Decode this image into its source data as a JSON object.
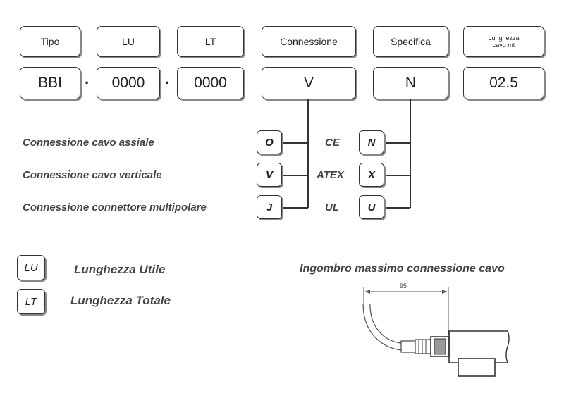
{
  "headers": {
    "tipo": "Tipo",
    "lu": "LU",
    "lt": "LT",
    "connessione": "Connessione",
    "specifica": "Specifica",
    "lunghezza_line1": "Lunghezza",
    "lunghezza_line2": "cavo mt"
  },
  "values": {
    "tipo": "BBI",
    "sep1": "·",
    "lu": "0000",
    "sep2": "·",
    "lt": "0000",
    "connessione": "V",
    "specifica": "N",
    "lunghezza": "02.5"
  },
  "connection_options": [
    {
      "label": "Connessione cavo assiale",
      "code": "O"
    },
    {
      "label": "Connessione cavo verticale",
      "code": "V"
    },
    {
      "label": "Connessione connettore multipolare",
      "code": "J"
    }
  ],
  "spec_options": [
    {
      "label": "CE",
      "code": "N"
    },
    {
      "label": "ATEX",
      "code": "X"
    },
    {
      "label": "UL",
      "code": "U"
    }
  ],
  "legend": [
    {
      "code": "LU",
      "label": "Lunghezza Utile"
    },
    {
      "code": "LT",
      "label": "Lunghezza Totale"
    }
  ],
  "drawing": {
    "title": "Ingombro massimo connessione cavo",
    "dimension": "95"
  }
}
